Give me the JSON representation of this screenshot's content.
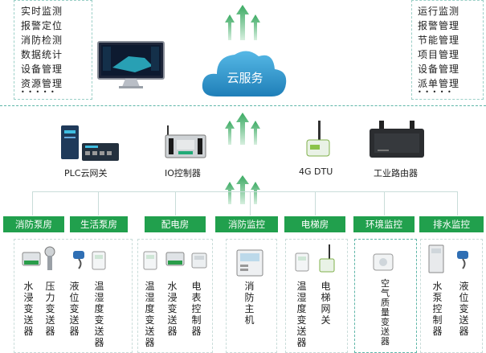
{
  "left_list": [
    "实时监测",
    "报警定位",
    "消防检测",
    "数据统计",
    "设备管理",
    "资源管理",
    "• • • • •"
  ],
  "right_list": [
    "运行监测",
    "报警管理",
    "节能管理",
    "项目管理",
    "设备管理",
    "派单管理",
    "• • • • •"
  ],
  "cloud_label": "云服务",
  "devices": [
    {
      "label": "PLC云网关"
    },
    {
      "label": "IO控制器"
    },
    {
      "label": "4G DTU"
    },
    {
      "label": "工业路由器"
    }
  ],
  "tabs": [
    "消防泵房",
    "生活泵房",
    "配电房",
    "消防监控",
    "电梯房",
    "环境监控",
    "排水监控"
  ],
  "sensors": [
    "水浸变送器",
    "压力变送器",
    "液位变送器",
    "温湿度变送器",
    "温湿度变送器",
    "水浸变送器",
    "电表控制器",
    "消防主机",
    "温湿度变送器",
    "电梯网关",
    "空气质量变送器",
    "水泵控制器",
    "液位变送器"
  ],
  "colors": {
    "accent": "#21a04d",
    "cloud": "#2c93c9",
    "dashed": "#5fb6a8"
  }
}
